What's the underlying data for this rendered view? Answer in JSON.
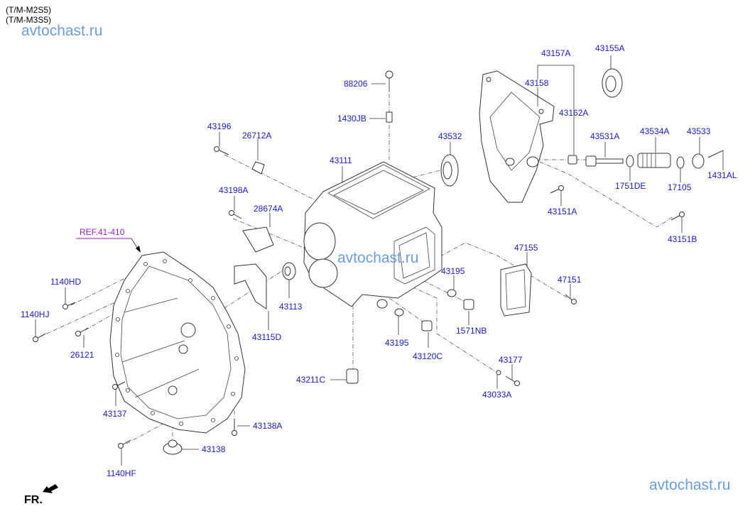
{
  "header": {
    "models": [
      "(T/M-M2S5)",
      "(T/M-M3S5)"
    ],
    "watermark_top": "avtochast.ru",
    "watermark_center": "avtochast.ru",
    "watermark_bottom": "avtochast.ru"
  },
  "reference": {
    "label": "REF.41-410"
  },
  "direction": {
    "label": "FR."
  },
  "parts": {
    "p88206": "88206",
    "p1430JB": "1430JB",
    "p43111": "43111",
    "p43532": "43532",
    "p43157A": "43157A",
    "p43155A": "43155A",
    "p43158": "43158",
    "p43162A": "43162A",
    "p43531A": "43531A",
    "p43534A": "43534A",
    "p43533": "43533",
    "p1751DE": "1751DE",
    "p17105": "17105",
    "p1431AL": "1431AL",
    "p43151A": "43151A",
    "p43151B": "43151B",
    "p43196": "43196",
    "p26712A": "26712A",
    "p43198A": "43198A",
    "p28674A": "28674A",
    "p1140HD": "1140HD",
    "p1140HJ": "1140HJ",
    "p26121": "26121",
    "p43115D": "43115D",
    "p43113": "43113",
    "p47155": "47155",
    "p47151": "47151",
    "p43195a": "43195",
    "p43195b": "43195",
    "p1571NB": "1571NB",
    "p43120C": "43120C",
    "p43211C": "43211C",
    "p43177": "43177",
    "p43033A": "43033A",
    "p43137": "43137",
    "p43138A": "43138A",
    "p43138": "43138",
    "p1140HF": "1140HF"
  }
}
